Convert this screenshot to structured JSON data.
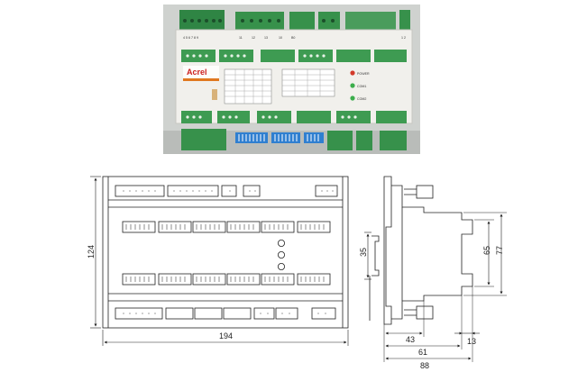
{
  "photo": {
    "brand": "Acrel",
    "top_terminal_numbers": [
      "4 5 6 7 8 9",
      "11",
      "12",
      "13",
      "10",
      "B0"
    ],
    "top_right_numbers": "1 2",
    "status_labels": [
      "POWER",
      "COM1",
      "COM2"
    ],
    "colors": {
      "terminal_green": "#3e9b52",
      "terminal_dark": "#24673a",
      "housing": "#f1f0ec",
      "dip_switch": "#2f7fd0",
      "led_red": "#d23a2a",
      "led_green": "#3cae4c"
    }
  },
  "drawing": {
    "front_width": "194",
    "front_height": "124",
    "side_dim_35": "35",
    "side_dim_65": "65",
    "side_dim_77": "77",
    "side_dim_43": "43",
    "side_dim_13": "13",
    "side_dim_61": "61",
    "side_dim_88": "88"
  }
}
